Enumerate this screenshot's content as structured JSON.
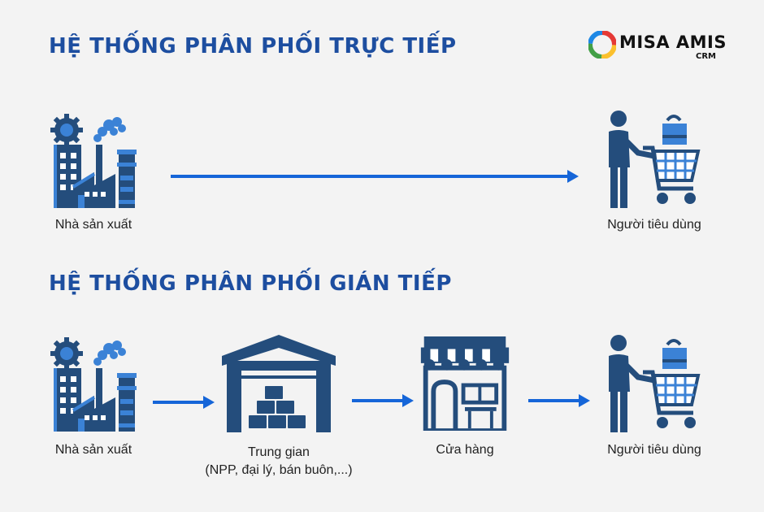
{
  "direct": {
    "title": "HỆ THỐNG PHÂN PHỐI TRỰC TIẾP",
    "nodes": [
      {
        "label": "Nhà sản xuất",
        "icon": "factory-icon"
      },
      {
        "label": "Người tiêu dùng",
        "icon": "shopper-cart-icon"
      }
    ]
  },
  "indirect": {
    "title": "HỆ THỐNG PHÂN PHỐI GIÁN TIẾP",
    "nodes": [
      {
        "label": "Nhà sản xuất",
        "icon": "factory-icon"
      },
      {
        "label": "Trung gian",
        "sublabel": "(NPP, đại lý, bán buôn,...)",
        "icon": "warehouse-icon"
      },
      {
        "label": "Cửa hàng",
        "icon": "store-icon"
      },
      {
        "label": "Người tiêu dùng",
        "icon": "shopper-cart-icon"
      }
    ]
  },
  "logo": {
    "text": "MISA AMIS",
    "sub": "CRM"
  },
  "colors": {
    "title": "#1d4ea0",
    "arrow": "#1565d8",
    "icon_dark": "#244d7c",
    "icon_light": "#3b82d6",
    "background": "#f3f3f3"
  }
}
